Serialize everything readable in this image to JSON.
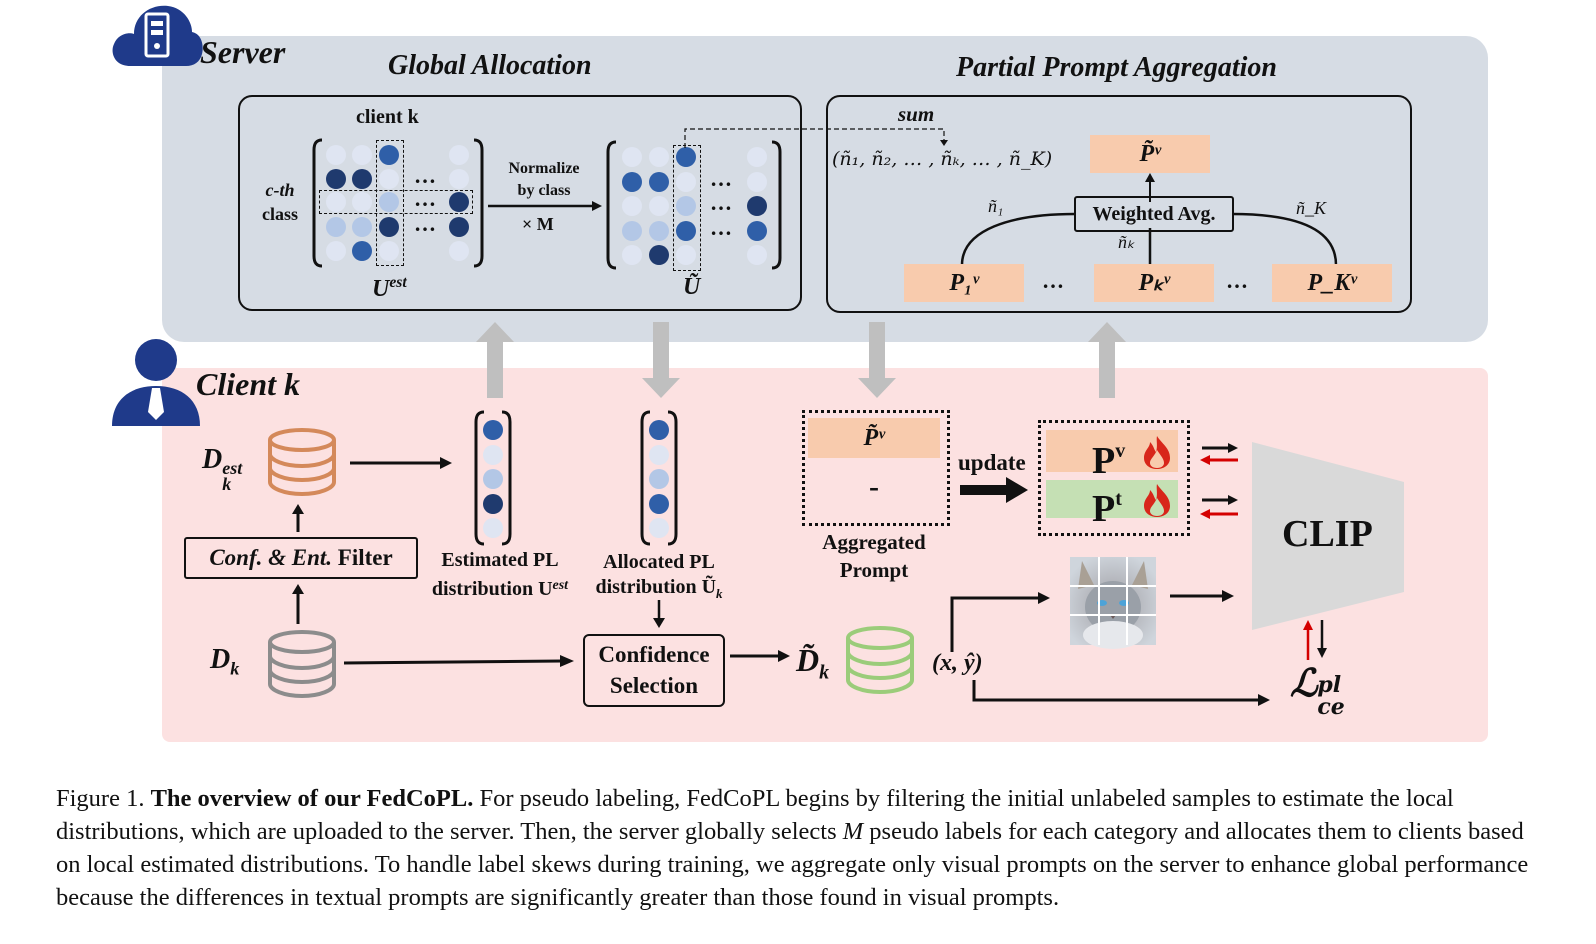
{
  "server": {
    "label": "Server",
    "global_allocation": {
      "title": "Global Allocation",
      "client_label": "client k",
      "row_label_line1": "c-th",
      "row_label_line2": "class",
      "matrix_est_label": "U",
      "matrix_est_sup": "est",
      "normalize_line1": "Normalize",
      "normalize_line2": "by class",
      "times_m": "× M",
      "matrix_alloc_label": "Ũ",
      "ellipsis": "…"
    },
    "partial_prompt_aggregation": {
      "title": "Partial Prompt Aggregation",
      "sum_label": "sum",
      "n_tuple": "(ñ₁, ñ₂, … , ñₖ, … , ñ_K)",
      "aggregated_prompt": "P̃ᵛ",
      "weighted_avg": "Weighted Avg.",
      "weight_1": "ñ₁",
      "weight_k": "ñₖ",
      "weight_K": "ñ_K",
      "prompt_1": "P₁ᵛ",
      "prompt_k": "Pₖᵛ",
      "prompt_K": "P_Kᵛ",
      "ellipsis": "…"
    }
  },
  "client": {
    "label": "Client k",
    "d_est_label": "D",
    "d_est_sup": "est",
    "d_est_sub": "k",
    "filter_italic": "Conf. & Ent.",
    "filter_plain": " Filter",
    "d_label": "D",
    "d_sub": "k",
    "estimated_pl_line1": "Estimated PL",
    "estimated_pl_line2": "distribution U",
    "estimated_pl_sup": "est",
    "estimated_pl_sub": "k",
    "allocated_pl_line1": "Allocated PL",
    "allocated_pl_line2": "distribution Ũ",
    "allocated_pl_sub": "k",
    "confidence_line1": "Confidence",
    "confidence_line2": "Selection",
    "d_tilde_label": "D̃",
    "d_tilde_sub": "k",
    "aggregated_prompt_top": "P̃ᵛ",
    "aggregated_prompt_bottom": "-",
    "aggregated_prompt_line1": "Aggregated",
    "aggregated_prompt_line2": "Prompt",
    "update_label": "update",
    "pv_label": "P",
    "pv_sup": "v",
    "pt_label": "P",
    "pt_sup": "t",
    "clip_label": "CLIP",
    "xy_label": "(x, ŷ)",
    "loss_label": "ℒ",
    "loss_sup": "pl",
    "loss_sub": "ce"
  },
  "colors": {
    "server_bg": "#d6dce4",
    "client_bg": "#fce1e1",
    "icon_navy": "#1f3a8a",
    "peach": "#f8cbad",
    "green": "#c5e0b4",
    "db_est": "#d4895a",
    "db_raw": "#8c8c8c",
    "db_sel": "#9bcc7a",
    "clip_gray": "#d9d9d9",
    "arrow_gray": "#bfbfbf",
    "red": "#d40000"
  },
  "matrices": {
    "est": [
      [
        "l",
        "l",
        "m",
        "",
        "l"
      ],
      [
        "d",
        "d",
        "l",
        "",
        "l"
      ],
      [
        "l",
        "l",
        "s",
        "",
        "d"
      ],
      [
        "s",
        "s",
        "d",
        "",
        "d"
      ],
      [
        "l",
        "m",
        "l",
        "",
        "l"
      ]
    ],
    "alloc": [
      [
        "l",
        "l",
        "m",
        "",
        "l"
      ],
      [
        "m",
        "m",
        "l",
        "",
        "l"
      ],
      [
        "l",
        "l",
        "s",
        "",
        "d"
      ],
      [
        "s",
        "s",
        "m",
        "",
        "m"
      ],
      [
        "l",
        "d",
        "l",
        "",
        "l"
      ]
    ],
    "est_vector": [
      "m",
      "l",
      "s",
      "d",
      "l"
    ],
    "alloc_vector": [
      "m",
      "l",
      "s",
      "m",
      "l"
    ]
  },
  "caption": {
    "figure_label": "Figure 1.",
    "bold_title": "The overview of our FedCoPL.",
    "text_1": " For pseudo labeling, FedCoPL begins by filtering the initial unlabeled samples to estimate the local distributions, which are uploaded to the server. Then, the server globally selects ",
    "math_m": "M",
    "text_2": " pseudo labels for each category and allocates them to clients based on local estimated distributions. To handle label skews during training, we aggregate only visual prompts on the server to enhance global performance because the differences in textual prompts are significantly greater than those found in visual prompts."
  }
}
